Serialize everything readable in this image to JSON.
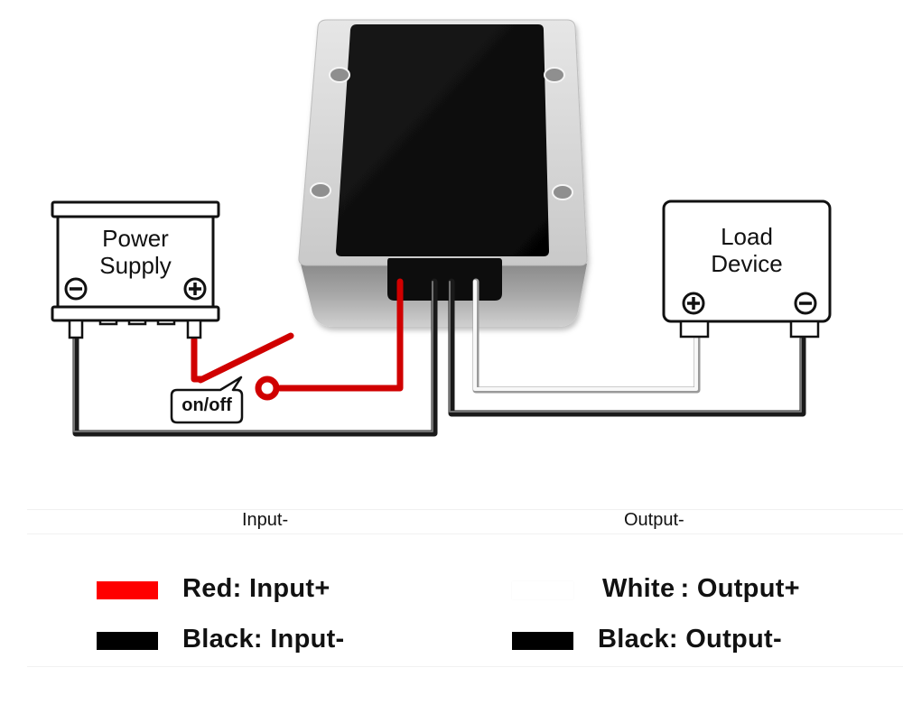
{
  "diagram": {
    "power_supply": {
      "title_line1": "Power",
      "title_line2": "Supply",
      "left_terminal": "negative",
      "right_terminal": "positive"
    },
    "load_device": {
      "title_line1": "Load",
      "title_line2": "Device",
      "left_terminal": "positive",
      "right_terminal": "negative"
    },
    "switch": {
      "label": "on/off"
    },
    "converter": {
      "wires": [
        "red",
        "black",
        "black",
        "white"
      ]
    },
    "colors": {
      "red_wire": "#e00000",
      "black_wire": "#222222",
      "white_wire": "#f4f4f4",
      "case": "#d8d8d8",
      "top_panel": "#111111"
    }
  },
  "legend": {
    "input_heading": "Input-",
    "output_heading": "Output-",
    "items": [
      {
        "color": "#ff0000",
        "text": "Red: Input+"
      },
      {
        "color": "#000000",
        "text": "Black: Input-"
      },
      {
        "color": "#ffffff",
        "text": "White : Output+"
      },
      {
        "color": "#000000",
        "text": "Black: Output-"
      }
    ]
  }
}
